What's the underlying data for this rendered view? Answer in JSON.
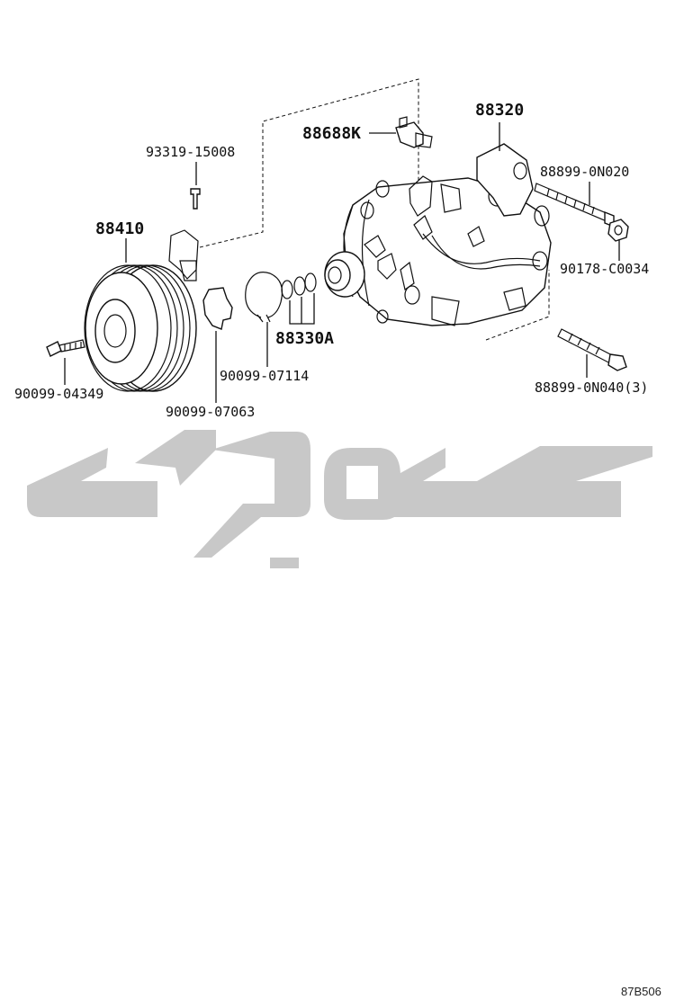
{
  "callouts": {
    "p88320": "88320",
    "p88688k": "88688K",
    "p93319": "93319-15008",
    "p88899_n020": "88899-0N020",
    "p88410": "88410",
    "p90178": "90178-C0034",
    "p88330a": "88330A",
    "p90099_04349": "90099-04349",
    "p90099_07114": "90099-07114",
    "p90099_07063": "90099-07063",
    "p88899_n040": "88899-0N040(3)"
  },
  "diagram_code": "87B506",
  "colors": {
    "line": "#111111",
    "watermark": "#c8c8c8",
    "background": "#ffffff"
  }
}
